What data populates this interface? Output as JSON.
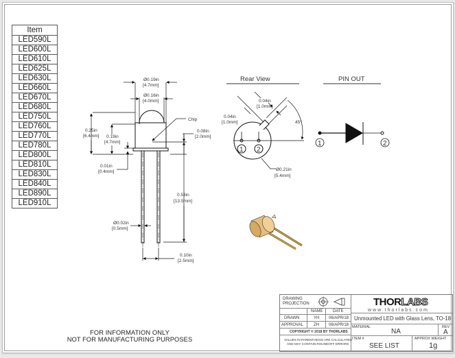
{
  "item_table": {
    "header": "Item",
    "items": [
      "LED590L",
      "LED600L",
      "LED610L",
      "LED625L",
      "LED630L",
      "LED660L",
      "LED670L",
      "LED680L",
      "LED750L",
      "LED760L",
      "LED770L",
      "LED780L",
      "LED800L",
      "LED810L",
      "LED830L",
      "LED840L",
      "LED890L",
      "LED910L"
    ]
  },
  "side_view": {
    "dim_outer_diameter": {
      "in": "Ø0.19in",
      "mm": "[4.7mm]"
    },
    "dim_lens_diameter": {
      "in": "Ø0.16in",
      "mm": "[4.0mm]"
    },
    "dim_total_height": {
      "in": "0.25in",
      "mm": "[6.4mm]"
    },
    "dim_chip_height": {
      "in": "0.19in",
      "mm": "[4.7mm]"
    },
    "dim_flange": {
      "in": "0.01in",
      "mm": "[0.4mm]"
    },
    "dim_chip_offset": {
      "in": "0.08in",
      "mm": "[2.0mm]"
    },
    "dim_lead_length": {
      "in": "0.53in",
      "mm": "[13.5mm]"
    },
    "dim_lead_diameter": {
      "in": "Ø0.02in",
      "mm": "[0.5mm]"
    },
    "dim_lead_spacing": {
      "in": "0.10in",
      "mm": "[2.5mm]"
    },
    "chip_label": "Chip"
  },
  "rear_view": {
    "title": "Rear View",
    "dim_tab_width": {
      "in": "0.04in",
      "mm": "[1.0mm]"
    },
    "dim_tab_length": {
      "in": "0.04in",
      "mm": "[1.0mm]"
    },
    "angle": "45°",
    "dim_base_diameter": {
      "in": "Ø0.21in",
      "mm": "[5.4mm]"
    },
    "pin1": "1",
    "pin2": "2"
  },
  "pin_out": {
    "title": "PIN OUT",
    "pin1": "1",
    "pin2": "2"
  },
  "note": {
    "line1": "FOR INFORMATION ONLY",
    "line2": "NOT FOR MANUFACTURING PURPOSES"
  },
  "title_block": {
    "drawing_projection": "DRAWING PROJECTION",
    "name_header": "NAME",
    "date_header": "DATE",
    "drawn_label": "DRAWN",
    "drawn_name": "YH",
    "drawn_date": "06/APR/18",
    "approval_label": "APPROVAL",
    "approval_name": "ZH",
    "approval_date": "06/APR/18",
    "copyright": "COPYRIGHT © 2018 BY THORLABS",
    "values_note_1": "VALUES IN PARENTHESIS ARE CALCULATED",
    "values_note_2": "AND MAY CONTAIN ROUNDOFF ERRORS",
    "logo_thor": "THOR",
    "logo_labs": "LABS",
    "url": "www.thorlabs.com",
    "description": "Unmounted LED with Glass Lens, TO-18",
    "material_label": "MATERIAL",
    "material": "NA",
    "rev_label": "REV",
    "rev": "A",
    "item_label": "ITEM #",
    "item": "SEE LIST",
    "weight_label": "APPROX WEIGHT",
    "weight": "1g"
  }
}
